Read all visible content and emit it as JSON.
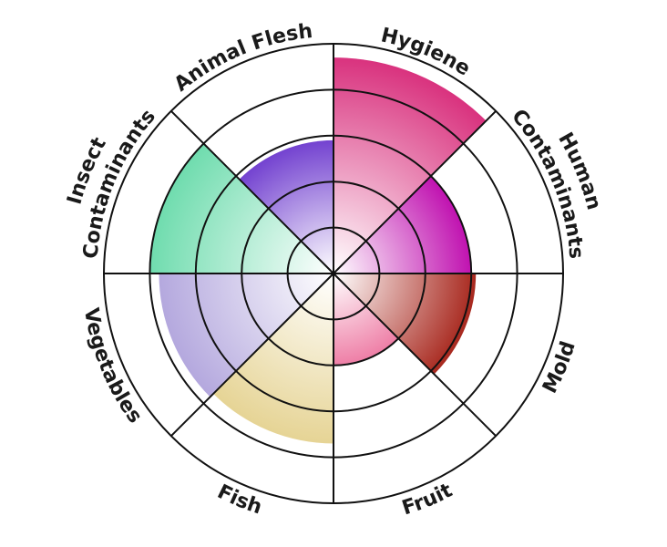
{
  "chart_data": {
    "type": "nightingale",
    "title": "",
    "rmax": 5,
    "ring_levels": [
      1,
      2,
      3,
      4,
      5
    ],
    "grid": true,
    "sectors": [
      {
        "label": "Hygiene",
        "value": 4.7,
        "color": "#d9327e"
      },
      {
        "label": "Human Contaminants",
        "value": 3.0,
        "color": "#c012b0"
      },
      {
        "label": "Mold",
        "value": 3.1,
        "color": "#a8281e"
      },
      {
        "label": "Fruit",
        "value": 2.0,
        "color": "#ee7ea6"
      },
      {
        "label": "Fish",
        "value": 3.7,
        "color": "#e6d495"
      },
      {
        "label": "Vegetables",
        "value": 3.8,
        "color": "#b4a8de"
      },
      {
        "label": "Insect Contaminants",
        "value": 4.0,
        "color": "#6fdcae"
      },
      {
        "label": "Animal Flesh",
        "value": 2.9,
        "color": "#7342d0"
      }
    ],
    "labels": [
      {
        "lines": [
          "Hygiene"
        ]
      },
      {
        "lines": [
          "Human",
          "Contaminants"
        ]
      },
      {
        "lines": [
          "Mold"
        ]
      },
      {
        "lines": [
          "Fruit"
        ]
      },
      {
        "lines": [
          "Fish"
        ]
      },
      {
        "lines": [
          "Vegetables"
        ]
      },
      {
        "lines": [
          "Insect",
          "Contaminants"
        ]
      },
      {
        "lines": [
          "Animal Flesh"
        ]
      }
    ]
  }
}
